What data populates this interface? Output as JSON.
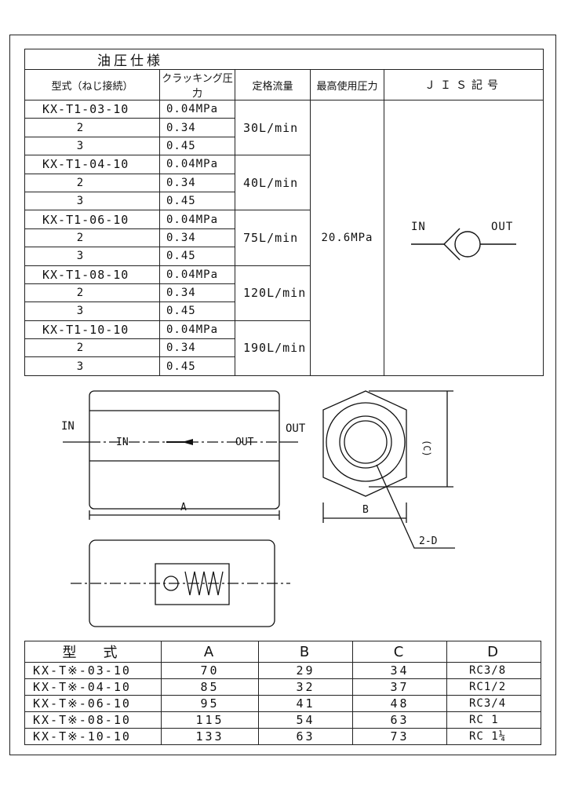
{
  "spec": {
    "title": "油圧仕様",
    "headers": [
      "型式（ねじ接続）",
      "クラッキング圧力",
      "定格流量",
      "最高使用圧力",
      "ＪＩＳ記号"
    ],
    "groups": [
      {
        "model": "KX-T1-03-10",
        "sub": [
          "2",
          "3"
        ],
        "cracking": [
          "0.04MPa",
          "0.34",
          "0.45"
        ],
        "flow": "30L/min"
      },
      {
        "model": "KX-T1-04-10",
        "sub": [
          "2",
          "3"
        ],
        "cracking": [
          "0.04MPa",
          "0.34",
          "0.45"
        ],
        "flow": "40L/min"
      },
      {
        "model": "KX-T1-06-10",
        "sub": [
          "2",
          "3"
        ],
        "cracking": [
          "0.04MPa",
          "0.34",
          "0.45"
        ],
        "flow": "75L/min"
      },
      {
        "model": "KX-T1-08-10",
        "sub": [
          "2",
          "3"
        ],
        "cracking": [
          "0.04MPa",
          "0.34",
          "0.45"
        ],
        "flow": "120L/min"
      },
      {
        "model": "KX-T1-10-10",
        "sub": [
          "2",
          "3"
        ],
        "cracking": [
          "0.04MPa",
          "0.34",
          "0.45"
        ],
        "flow": "190L/min"
      }
    ],
    "max_pressure": "20.6MPa",
    "jis_in": "IN",
    "jis_out": "OUT"
  },
  "drawing": {
    "in_outer": "IN",
    "in_inner": "IN",
    "out_inner": "OUT",
    "out_outer": "OUT",
    "dim_a": "A",
    "dim_b": "B",
    "dim_c": "(C)",
    "dim_d": "2-D"
  },
  "dims": {
    "headers": [
      "型　式",
      "A",
      "B",
      "C",
      "D"
    ],
    "rows": [
      {
        "model": "KX-T※-03-10",
        "a": "70",
        "b": "29",
        "c": "34",
        "d": "RC3/8"
      },
      {
        "model": "KX-T※-04-10",
        "a": "85",
        "b": "32",
        "c": "37",
        "d": "RC1/2"
      },
      {
        "model": "KX-T※-06-10",
        "a": "95",
        "b": "41",
        "c": "48",
        "d": "RC3/4"
      },
      {
        "model": "KX-T※-08-10",
        "a": "115",
        "b": "54",
        "c": "63",
        "d": "RC 1"
      },
      {
        "model": "KX-T※-10-10",
        "a": "133",
        "b": "63",
        "c": "73",
        "d": "RC 1¼"
      }
    ]
  }
}
